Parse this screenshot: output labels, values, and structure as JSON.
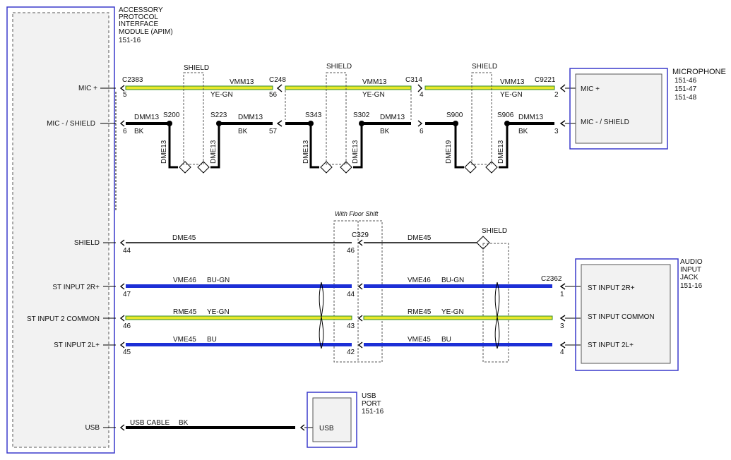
{
  "colors": {
    "blue": "#1c2fd6",
    "yellow": "#e8e82a",
    "green": "#2e8a2e",
    "black": "#000000",
    "frame": "#3a3acc"
  },
  "apim": {
    "lines": [
      "ACCESSORY",
      "PROTOCOL",
      "INTERFACE",
      "MODULE (APIM)",
      "151-16"
    ]
  },
  "mic_module": {
    "title": "MICROPHONE",
    "refs": [
      "151-46",
      "151-47",
      "151-48"
    ],
    "pin_mic_plus": "MIC +",
    "pin_mic_minus": "MIC - / SHIELD"
  },
  "audio_jack": {
    "lines": [
      "AUDIO",
      "INPUT",
      "JACK",
      "151-16"
    ],
    "pin_2r": "ST INPUT 2R+",
    "pin_common": "ST INPUT COMMON",
    "pin_2l": "ST INPUT 2L+"
  },
  "usb_port": {
    "lines": [
      "USB",
      "PORT",
      "151-16"
    ],
    "pin": "USB"
  },
  "left_pins": {
    "mic_plus": "MIC +",
    "mic_minus": "MIC - / SHIELD",
    "shield": "SHIELD",
    "st_2r": "ST INPUT 2R+",
    "st_common": "ST INPUT 2 COMMON",
    "st_2l": "ST INPUT 2L+",
    "usb": "USB"
  },
  "pin_numbers": {
    "mic_plus": "5",
    "mic_minus": "6",
    "shield": "44",
    "st_2r": "47",
    "st_common": "46",
    "st_2l": "45",
    "c248_plus": "56",
    "c248_minus": "57",
    "c314_plus": "4",
    "c314_minus": "6",
    "c9221_plus": "2",
    "c9221_minus": "3",
    "c329_shield": "46",
    "c329_2r": "44",
    "c329_common": "43",
    "c329_2l": "42",
    "c2362_2r": "1",
    "c2362_common": "3",
    "c2362_2l": "4"
  },
  "connectors": {
    "c2383": "C2383",
    "c248": "C248",
    "c314": "C314",
    "c9221": "C9221",
    "c329": "C329",
    "c2362": "C2362"
  },
  "splices": {
    "s200": "S200",
    "s223": "S223",
    "s343": "S343",
    "s302": "S302",
    "s900": "S900",
    "s906": "S906"
  },
  "wires": {
    "vmm13": "VMM13",
    "ye_gn": "YE-GN",
    "dmm13": "DMM13",
    "bk": "BK",
    "dme13": "DME13",
    "dme19": "DME19",
    "dme45": "DME45",
    "vme46": "VME46",
    "bu_gn": "BU-GN",
    "rme45": "RME45",
    "vme45": "VME45",
    "bu": "BU",
    "usb_cable": "USB CABLE"
  },
  "shield_label": "SHIELD",
  "floor_shift": "With Floor Shift"
}
